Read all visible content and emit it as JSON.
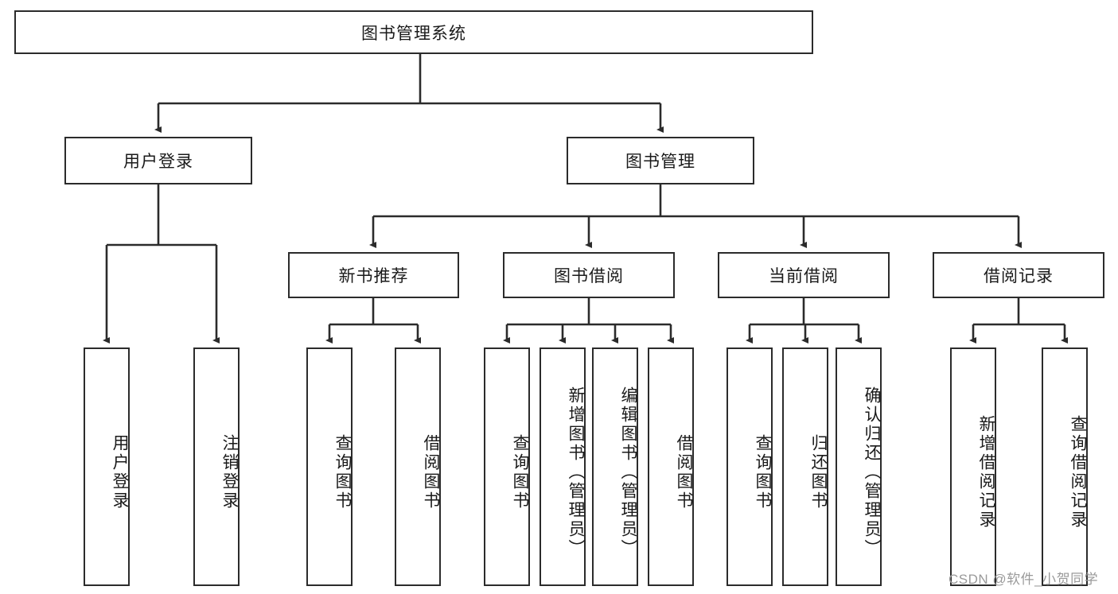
{
  "diagram": {
    "type": "tree-hierarchy",
    "title": "图书管理系统",
    "root": {
      "label": "图书管理系统"
    },
    "level2": [
      {
        "label": "用户登录"
      },
      {
        "label": "图书管理"
      }
    ],
    "level3": [
      {
        "label": "新书推荐"
      },
      {
        "label": "图书借阅"
      },
      {
        "label": "当前借阅"
      },
      {
        "label": "借阅记录"
      }
    ],
    "leaves": [
      {
        "label": "用户登录",
        "parent": "用户登录"
      },
      {
        "label": "注销登录",
        "parent": "用户登录"
      },
      {
        "label": "查询图书",
        "parent": "新书推荐"
      },
      {
        "label": "借阅图书",
        "parent": "新书推荐"
      },
      {
        "label": "查询图书",
        "parent": "图书借阅"
      },
      {
        "label": "新增图书（管理员）",
        "parent": "图书借阅"
      },
      {
        "label": "编辑图书（管理员）",
        "parent": "图书借阅"
      },
      {
        "label": "借阅图书",
        "parent": "图书借阅"
      },
      {
        "label": "查询图书",
        "parent": "当前借阅"
      },
      {
        "label": "归还图书",
        "parent": "当前借阅"
      },
      {
        "label": "确认归还（管理员）",
        "parent": "当前借阅"
      },
      {
        "label": "新增借阅记录",
        "parent": "借阅记录"
      },
      {
        "label": "查询借阅记录",
        "parent": "借阅记录"
      }
    ]
  },
  "watermark": {
    "text": "CSDN @软件_小贺同学"
  },
  "colors": {
    "stroke": "#2b2b2b",
    "fill": "#ffffff",
    "text": "#1a1a1a",
    "watermark": "#9a9a9a"
  }
}
